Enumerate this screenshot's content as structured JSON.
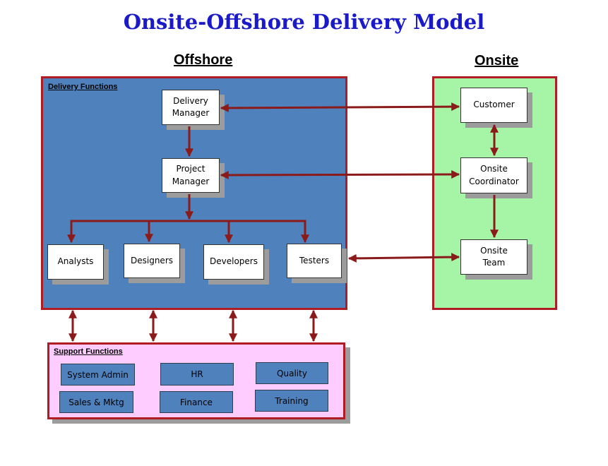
{
  "title": "Onsite-Offshore Delivery Model",
  "offshore": {
    "heading": "Offshore",
    "delivery_label": "Delivery Functions",
    "delivery_manager": "Delivery\nManager",
    "project_manager": "Project\nManager",
    "analysts": "Analysts",
    "designers": "Designers",
    "developers": "Developers",
    "testers": "Testers"
  },
  "onsite": {
    "heading": "Onsite",
    "customer": "Customer",
    "coordinator": "Onsite\nCoordinator",
    "team": "Onsite\nTeam"
  },
  "support": {
    "label": "Support Functions",
    "items": [
      "System Admin",
      "HR",
      "Quality",
      "Sales &  Mktg",
      "Finance",
      "Training"
    ]
  },
  "colors": {
    "panel_border": "#b01c24",
    "arrow": "#8b1a1a",
    "offshore_fill": "#4f81bd",
    "onsite_fill": "#a6f5a6",
    "support_fill": "#ffccff"
  }
}
